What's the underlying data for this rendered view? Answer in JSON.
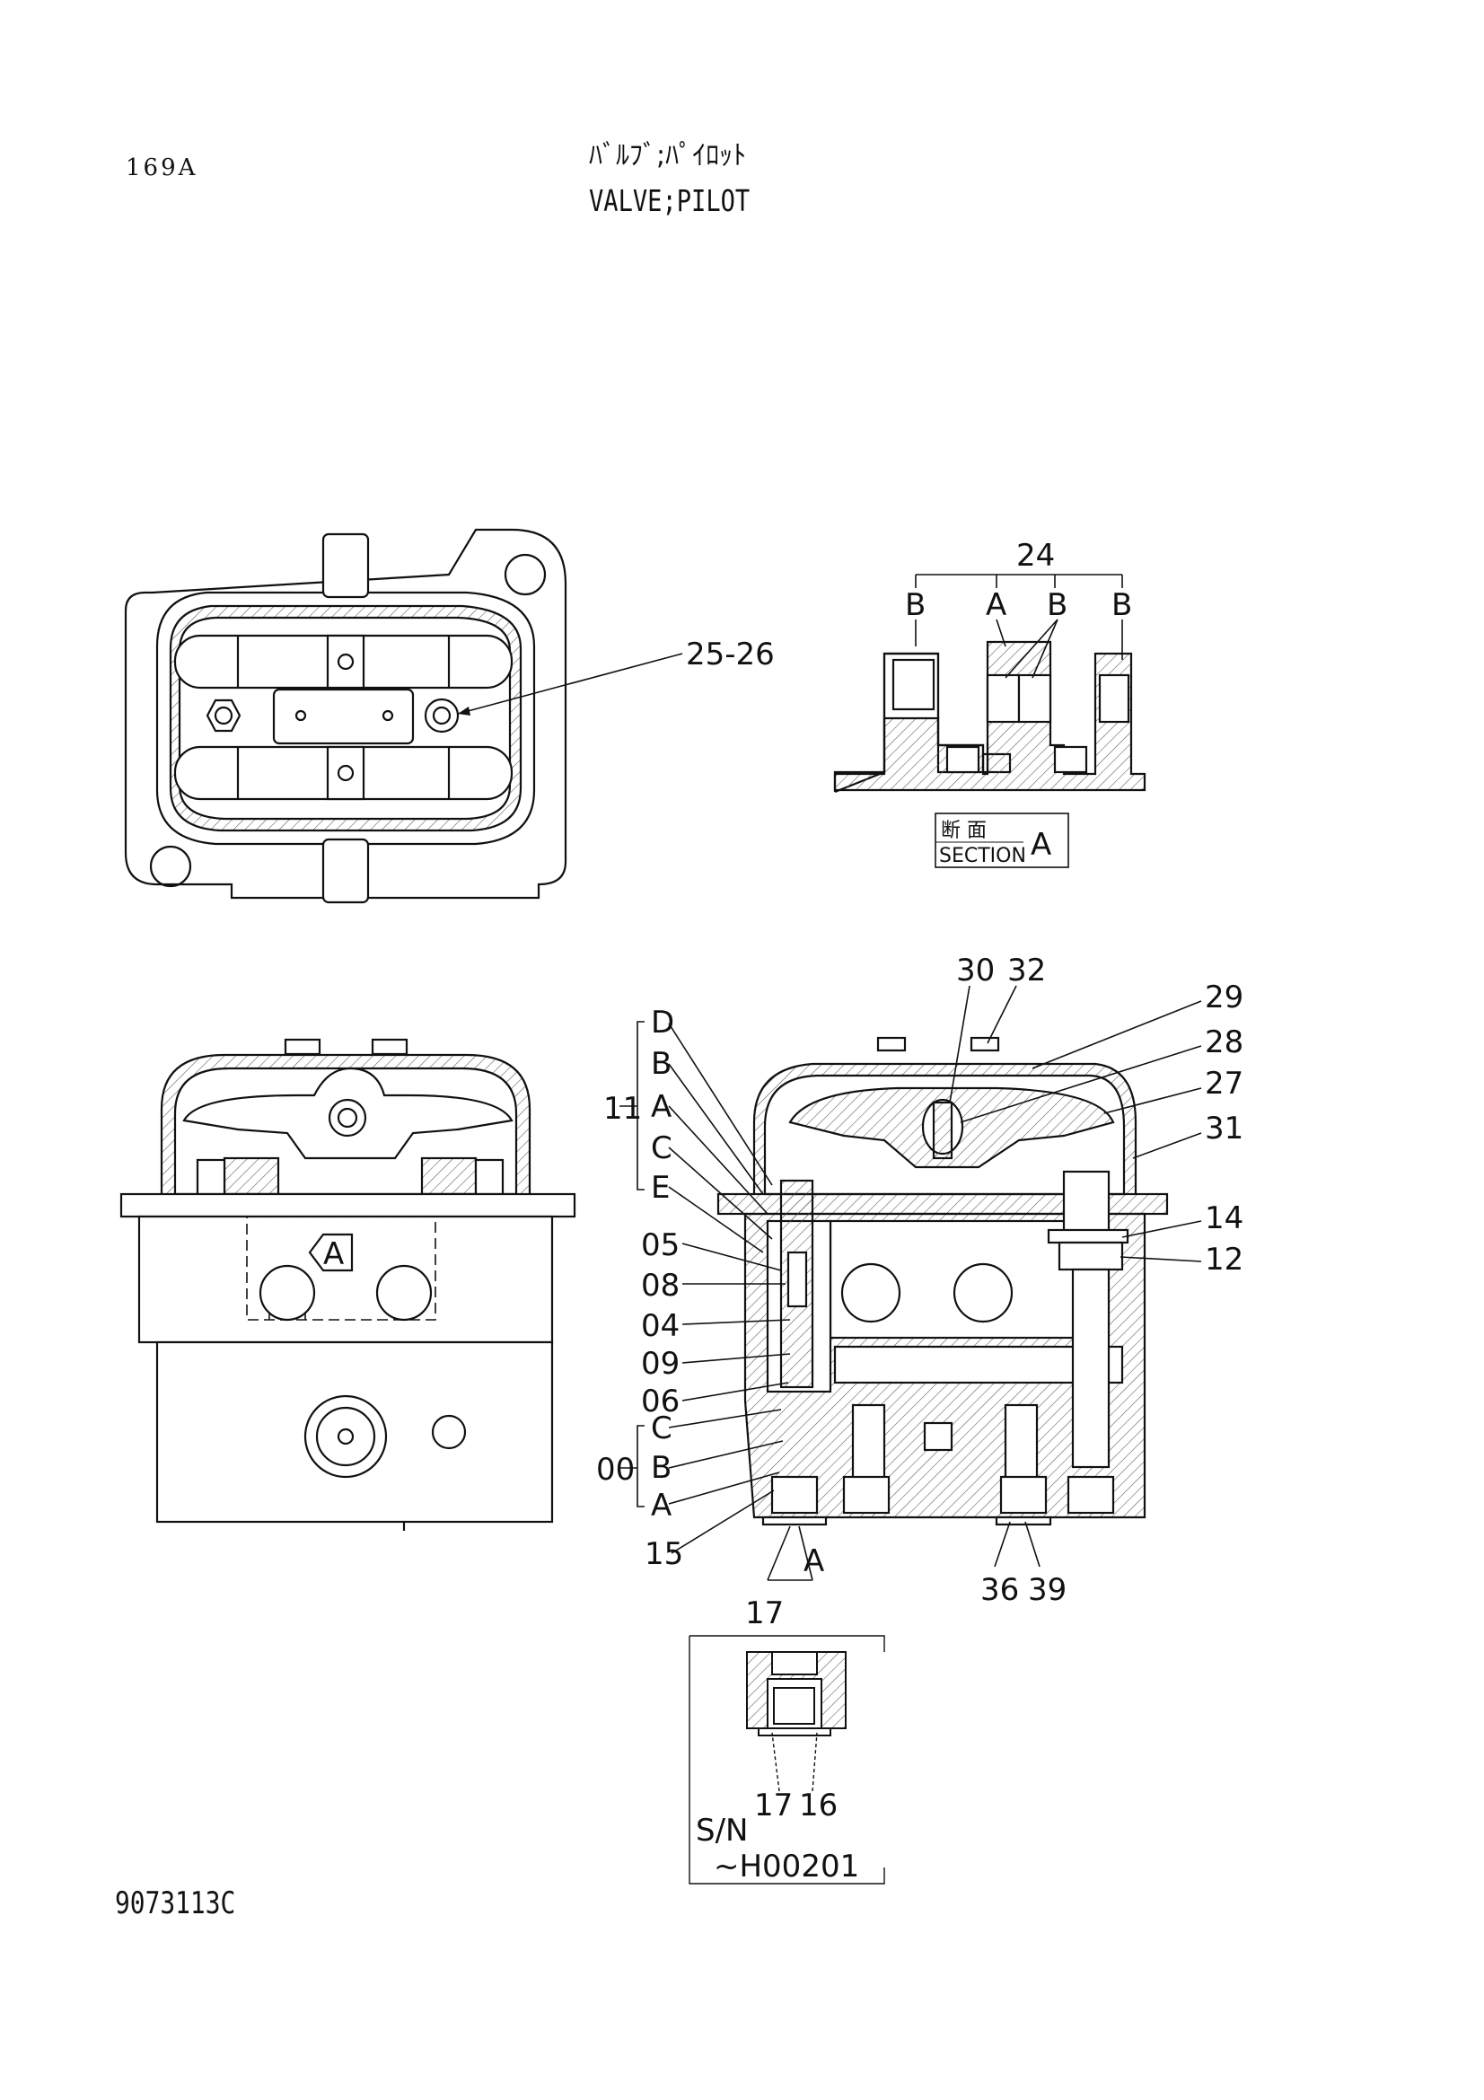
{
  "header": {
    "page_code": "169A",
    "title_jp": "ﾊﾞﾙﾌﾞ;ﾊﾟｲﾛｯﾄ",
    "title_en": "VALVE;PILOT"
  },
  "footer": {
    "drawing_number": "9073113C"
  },
  "top_view": {
    "callout_25_26": "25-26"
  },
  "section_a": {
    "callout_24": "24",
    "label_b_left": "B",
    "label_a": "A",
    "label_b_mid": "B",
    "label_b_right": "B",
    "caption_jp": "断 面",
    "caption_en": "SECTION",
    "caption_letter": "A"
  },
  "side_view": {
    "view_arrow_label": "A"
  },
  "cross_section": {
    "group_11": "11",
    "group_11_items": [
      "D",
      "B",
      "A",
      "C",
      "E"
    ],
    "group_00": "00",
    "group_00_items": [
      "C",
      "B",
      "A"
    ],
    "left_callouts": [
      "05",
      "08",
      "04",
      "09",
      "06",
      "15"
    ],
    "top_callouts": [
      "30",
      "32"
    ],
    "right_callouts": [
      "29",
      "28",
      "27",
      "31",
      "14",
      "12"
    ],
    "bottom_callouts": [
      "36",
      "39"
    ],
    "section_mark": "A"
  },
  "detail": {
    "callout_17": "17",
    "callout_17b": "17",
    "callout_16": "16",
    "sn_label": "S/N",
    "sn_range": "~H00201"
  }
}
